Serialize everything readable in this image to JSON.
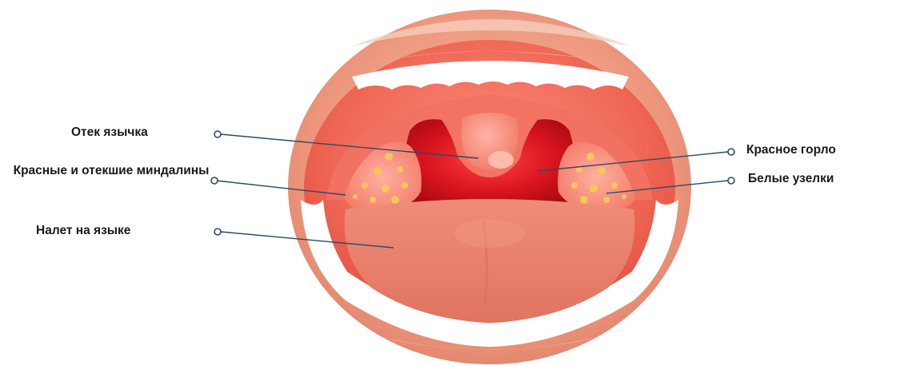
{
  "labels": {
    "uvula_swelling": "Отек язычка",
    "red_swollen_tonsils": "Красные и отекшие миндалины",
    "tongue_coating": "Налет на языке",
    "red_throat": "Красное горло",
    "white_nodules": "Белые узелки"
  },
  "colors": {
    "lip": "#ee9a80",
    "lip_highlight": "#f6c0ac",
    "mouth_inner": "#e85446",
    "throat_deep": "#c0101e",
    "tongue": "#e98470",
    "tonsil_spots": "#f6c75a",
    "leader_line": "#2c4a66",
    "teeth": "#ffffff"
  }
}
